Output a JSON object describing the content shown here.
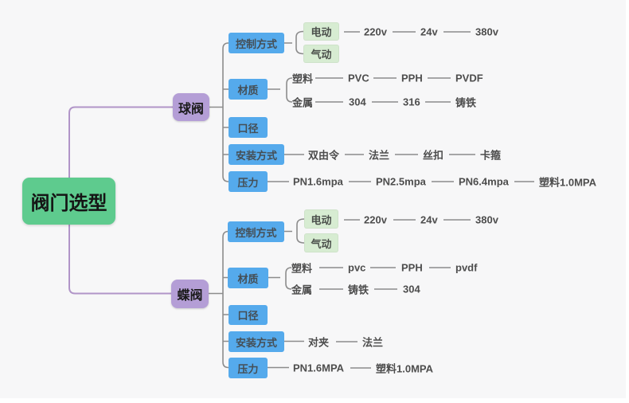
{
  "root": {
    "label": "阀门选型"
  },
  "palette": {
    "background": "#f7f7f8",
    "root_green": "#5ecb8e",
    "branch_purple": "#b49ed6",
    "category_blue": "#55aaec",
    "leaf_green": "#d7ecd2",
    "connector_gray": "#8c8c8c",
    "connector_purple": "#b195c8",
    "text_dark": "#4d4d4d"
  },
  "ball_valve": {
    "label": "球阀",
    "control_method": "控制方式",
    "electric": "电动",
    "pneumatic": "气动",
    "voltages": [
      "220v",
      "24v",
      "380v"
    ],
    "material": "材质",
    "plastic": "塑料",
    "plastic_types": [
      "PVC",
      "PPH",
      "PVDF"
    ],
    "metal": "金属",
    "metal_types": [
      "304",
      "316",
      "铸铁"
    ],
    "diameter": "口径",
    "installation": "安装方式",
    "installation_types": [
      "双由令",
      "法兰",
      "丝扣",
      "卡箍"
    ],
    "pressure": "压力",
    "pressure_ratings": [
      "PN1.6mpa",
      "PN2.5mpa",
      "PN6.4mpa",
      "塑料1.0MPA"
    ]
  },
  "butterfly_valve": {
    "label": "蝶阀",
    "control_method": "控制方式",
    "electric": "电动",
    "pneumatic": "气动",
    "voltages": [
      "220v",
      "24v",
      "380v"
    ],
    "material": "材质",
    "plastic": "塑料",
    "plastic_types": [
      "pvc",
      "PPH",
      "pvdf"
    ],
    "metal": "金属",
    "metal_types": [
      "铸铁",
      "304"
    ],
    "diameter": "口径",
    "installation": "安装方式",
    "installation_types": [
      "对夹",
      "法兰"
    ],
    "pressure": "压力",
    "pressure_ratings": [
      "PN1.6MPA",
      "塑料1.0MPA"
    ]
  }
}
